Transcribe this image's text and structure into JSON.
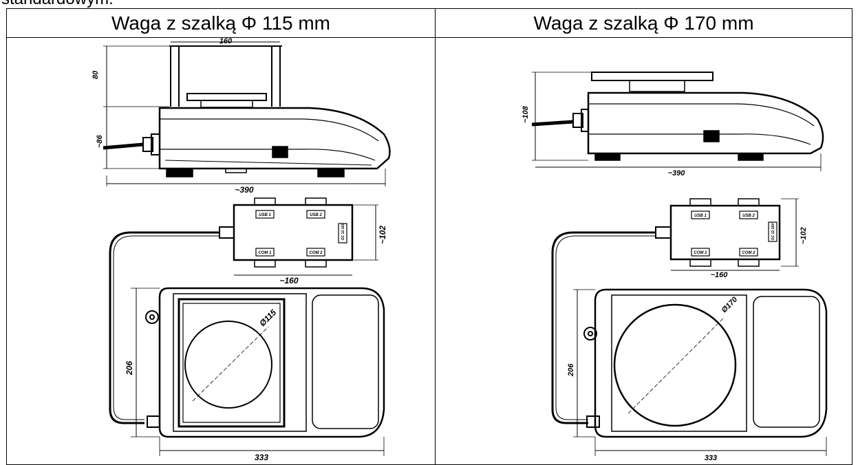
{
  "page": {
    "fragment_above": "standardowym."
  },
  "table": {
    "columns": [
      {
        "header": "Waga z szalką Φ 115 mm",
        "dims": {
          "draft_width": "160",
          "draft_height": "80",
          "body_height": "~86",
          "length": "~390",
          "module_height": "~102",
          "module_width": "~160",
          "pan_diameter": "Ø115",
          "depth": "206",
          "width": "333"
        },
        "ports": [
          "USB 1",
          "USB 2",
          "COM 1",
          "COM 2",
          "DC 12-16V"
        ]
      },
      {
        "header": "Waga z szalką Φ 170 mm",
        "dims": {
          "total_height": "~108",
          "length": "~390",
          "module_height": "~102",
          "module_width": "~160",
          "pan_diameter": "Ø170",
          "depth": "206",
          "width": "333"
        },
        "ports": [
          "USB 1",
          "USB 2",
          "COM 1",
          "COM 2",
          "DC 12-16V"
        ]
      }
    ]
  }
}
